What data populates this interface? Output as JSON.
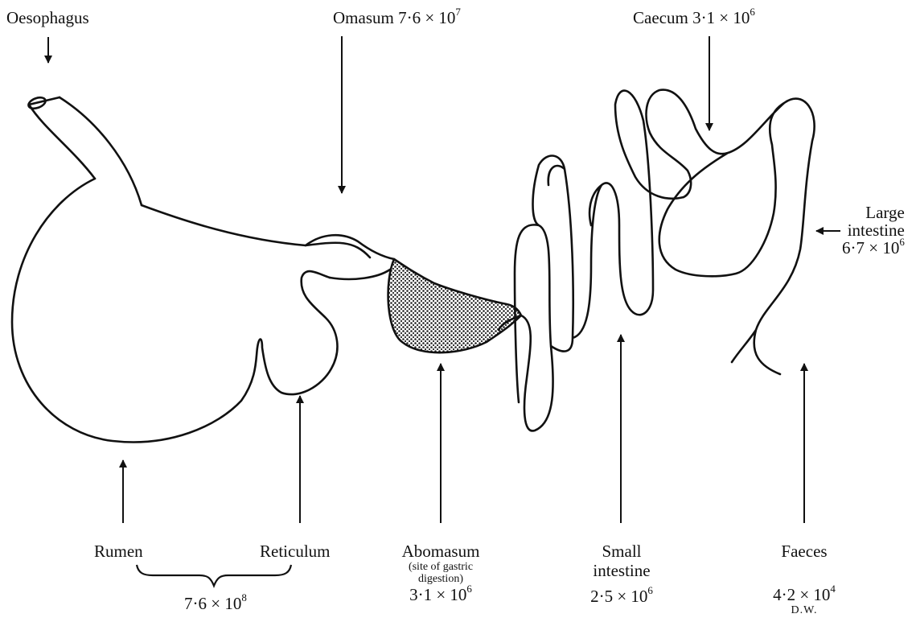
{
  "labels": {
    "oesophagus": "Oesophagus",
    "omasum": {
      "name": "Omasum",
      "value": "7·6 × 10",
      "exp": "7"
    },
    "caecum": {
      "name": "Caecum",
      "value": "3·1 × 10",
      "exp": "6"
    },
    "large_intestine": {
      "line1": "Large",
      "line2": "intestine",
      "value": "6·7 × 10",
      "exp": "6"
    },
    "rumen": "Rumen",
    "reticulum": "Reticulum",
    "rumen_reticulum_value": {
      "value": "7·6 × 10",
      "exp": "8"
    },
    "abomasum": {
      "name": "Abomasum",
      "note1": "(site of gastric",
      "note2": "digestion)",
      "value": "3·1 × 10",
      "exp": "6"
    },
    "small_intestine": {
      "line1": "Small",
      "line2": "intestine",
      "value": "2·5 × 10",
      "exp": "6"
    },
    "faeces": {
      "name": "Faeces",
      "value": "4·2 × 10",
      "exp": "4",
      "unit": "D.W."
    }
  },
  "colors": {
    "ink": "#111111",
    "background": "#ffffff",
    "stipple": "#222222"
  }
}
